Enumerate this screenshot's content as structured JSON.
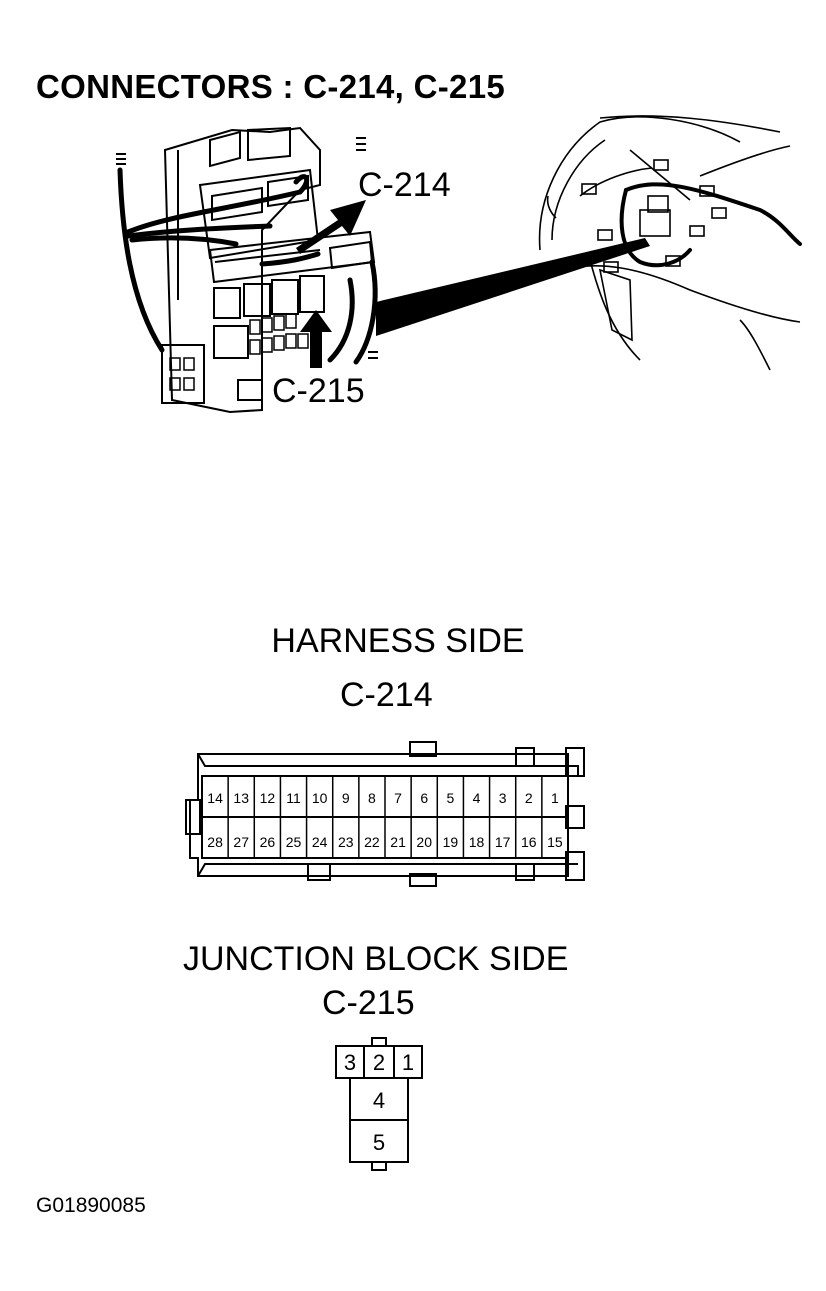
{
  "title": "CONNECTORS : C-214, C-215",
  "illustration": {
    "callouts": [
      "C-214",
      "C-215"
    ]
  },
  "harness_side": {
    "heading": "HARNESS SIDE",
    "connector_id": "C-214",
    "top_row_pins": [
      "14",
      "13",
      "12",
      "11",
      "10",
      "9",
      "8",
      "7",
      "6",
      "5",
      "4",
      "3",
      "2",
      "1"
    ],
    "bottom_row_pins": [
      "28",
      "27",
      "26",
      "25",
      "24",
      "23",
      "22",
      "21",
      "20",
      "19",
      "18",
      "17",
      "16",
      "15"
    ]
  },
  "junction_block_side": {
    "heading": "JUNCTION BLOCK SIDE",
    "connector_id": "C-215",
    "top_row_pins": [
      "3",
      "2",
      "1"
    ],
    "lower_pins": [
      "4",
      "5"
    ]
  },
  "figure_code": "G01890085"
}
